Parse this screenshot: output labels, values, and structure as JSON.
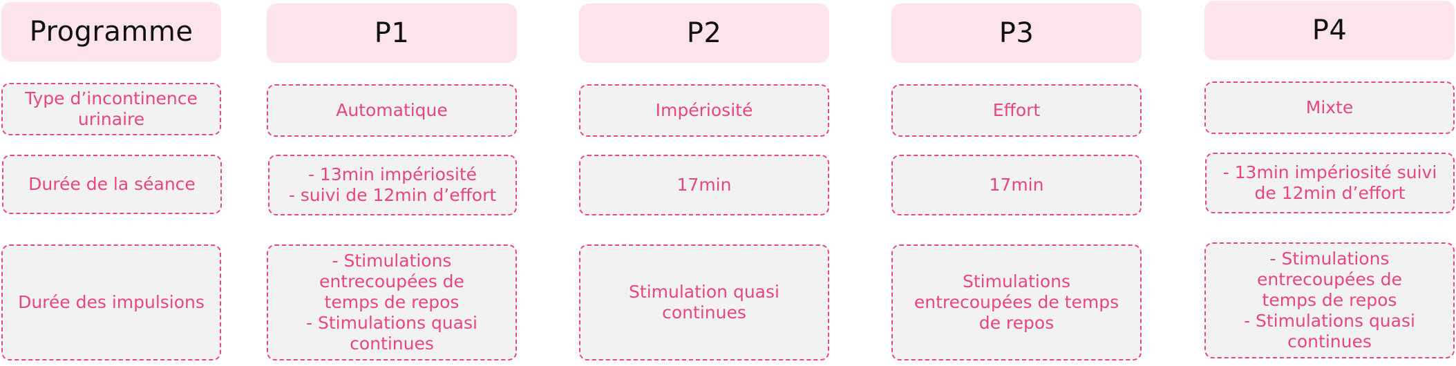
{
  "headers": [
    "Programme",
    "P1",
    "P2",
    "P3",
    "P4"
  ],
  "rows": {
    "type": {
      "label": [
        "Type d’incontinence",
        "urinaire"
      ],
      "p1": [
        "Automatique"
      ],
      "p2": [
        "Impériosité"
      ],
      "p3": [
        "Effort"
      ],
      "p4": [
        "Mixte"
      ]
    },
    "duree_seance": {
      "label": [
        "Durée de la séance"
      ],
      "p1": [
        "-  13min impériosité",
        "-  suivi de 12min d’effort"
      ],
      "p2": [
        "17min"
      ],
      "p3": [
        "17min"
      ],
      "p4": [
        "- 13min impériosité suivi",
        "de 12min d’effort"
      ]
    },
    "duree_impulsions": {
      "label": [
        "Durée des impulsions"
      ],
      "p1": [
        "-  Stimulations",
        "entrecoupées de",
        "temps de repos",
        "-  Stimulations quasi",
        "continues"
      ],
      "p2": [
        "Stimulation quasi",
        "continues"
      ],
      "p3": [
        "Stimulations",
        "entrecoupées de temps",
        "de repos"
      ],
      "p4": [
        "-  Stimulations",
        "entrecoupées de",
        "temps de repos",
        "-  Stimulations quasi",
        "continues"
      ]
    }
  },
  "colors": {
    "header_bg": "#fde4ea",
    "accent": "#e8467c",
    "cell_bg": "#f2f2f2"
  }
}
